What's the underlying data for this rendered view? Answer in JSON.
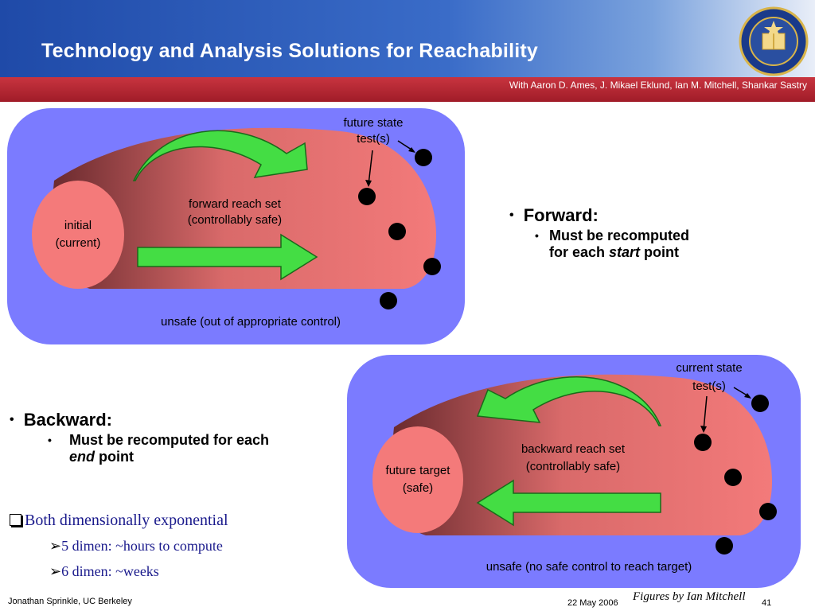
{
  "header": {
    "title": "Technology and Analysis Solutions for Reachability",
    "subtitle": "With Aaron D. Ames, J. Mikael Eklund, Ian M. Mitchell, Shankar Sastry"
  },
  "forward_diagram": {
    "reach_set_line1": "forward reach set",
    "reach_set_line2": "(controllably safe)",
    "initial_line1": "initial",
    "initial_line2": "(current)",
    "test_line1": "future state",
    "test_line2": "test(s)",
    "unsafe": "unsafe (out of appropriate control)"
  },
  "backward_diagram": {
    "reach_set_line1": "backward reach set",
    "reach_set_line2": "(controllably safe)",
    "target_line1": "future target",
    "target_line2": "(safe)",
    "test_line1": "current state",
    "test_line2": "test(s)",
    "unsafe": "unsafe (no safe control to reach target)"
  },
  "forward_bullets": {
    "heading": "Forward:",
    "sub_line1": "Must be recomputed",
    "sub_line2_a": "for each ",
    "sub_line2_em": "start",
    "sub_line2_b": " point"
  },
  "backward_bullets": {
    "heading": "Backward:",
    "sub_line1": "Must be recomputed for each",
    "sub_line2_em": "end",
    "sub_line2_b": " point"
  },
  "notes": {
    "main": "Both dimensionally exponential",
    "item1": "5 dimen: ~hours to compute",
    "item2": "6 dimen: ~weeks"
  },
  "footer": {
    "author": "Jonathan Sprinkle, UC Berkeley",
    "date": "22 May 2006",
    "page": "41",
    "credit": "Figures by Ian Mitchell"
  },
  "colors": {
    "safe_region": "#7b7bff",
    "reach_set": "#ee7474",
    "arrow": "#44dd44",
    "header_red": "#b0232f"
  }
}
